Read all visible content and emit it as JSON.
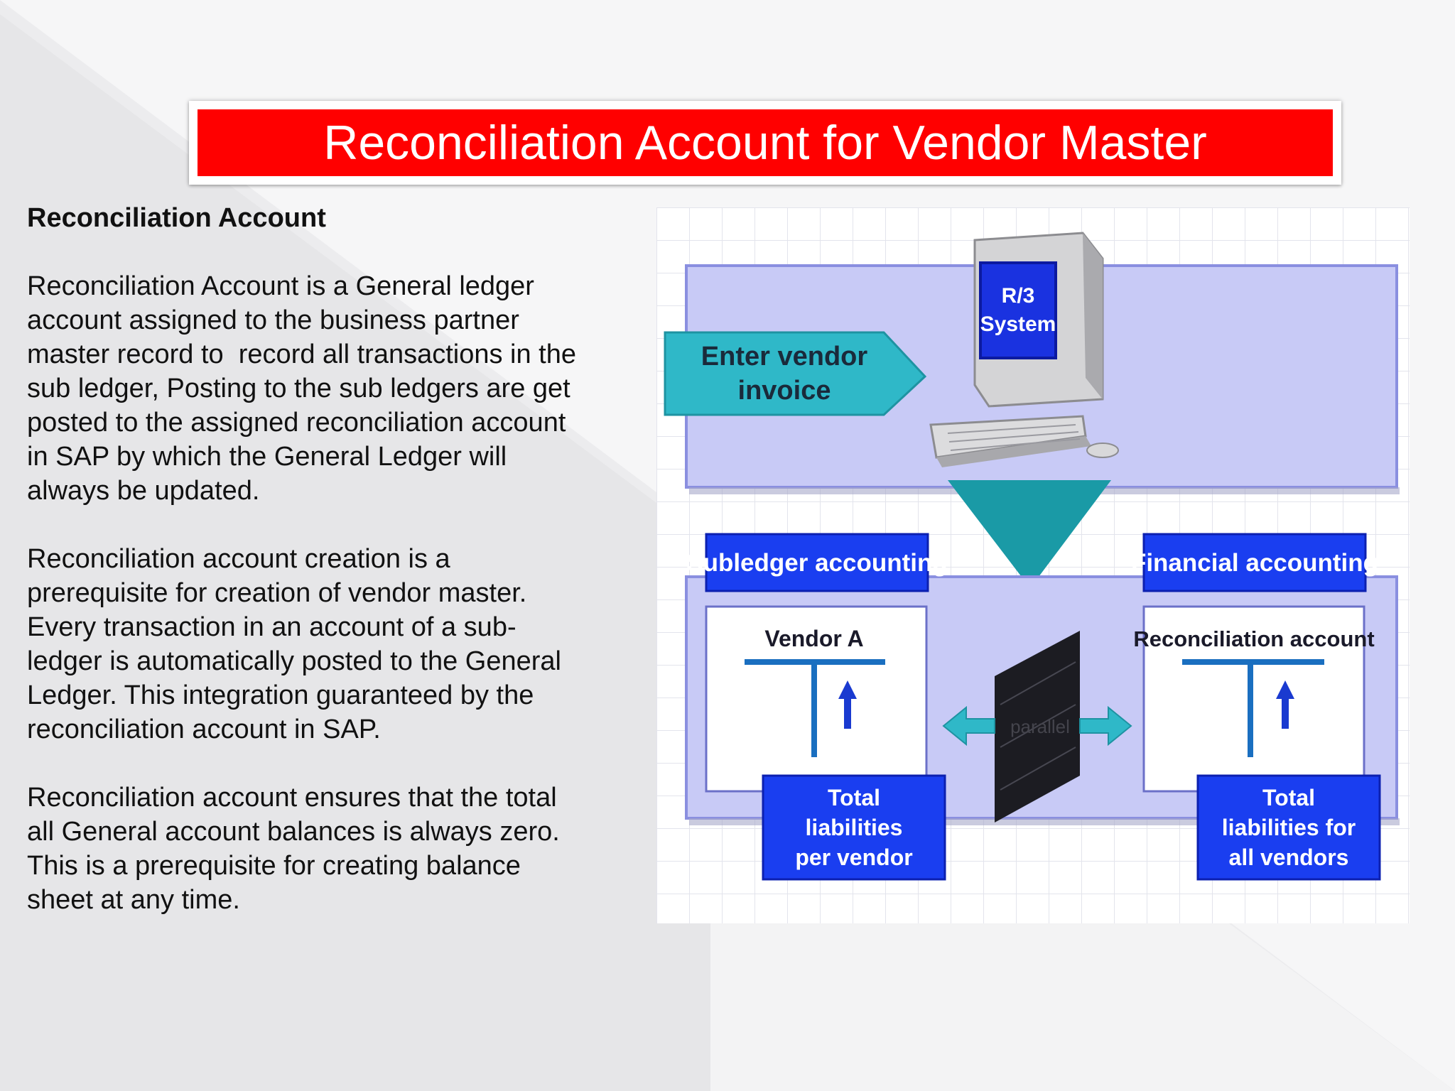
{
  "slide": {
    "title": "Reconciliation Account for Vendor Master"
  },
  "content": {
    "heading": "Reconciliation Account",
    "paragraphs": [
      [
        "Reconciliation Account is a General ledger",
        "account assigned to the business partner",
        "master record to  record all transactions in the",
        "sub ledger, Posting to the sub ledgers are get",
        "posted to the assigned reconciliation account",
        "in SAP by which the General Ledger will",
        "always be updated."
      ],
      [
        "Reconciliation account creation is a",
        "prerequisite for creation of vendor master.",
        "Every transaction in an account of a sub-",
        "ledger is automatically posted to the General",
        "Ledger. This integration guaranteed by the",
        "reconciliation account in SAP."
      ],
      [
        "Reconciliation account ensures that the total",
        "all General account balances is always zero.",
        "This is a prerequisite for creating balance",
        "sheet at any time."
      ]
    ]
  },
  "diagram": {
    "enter_line1": "Enter vendor",
    "enter_line2": "invoice",
    "system_line1": "R/3",
    "system_line2": "System",
    "subledger_label": "Subledger accounting",
    "financial_label": "Financial accounting",
    "vendor_label": "Vendor A",
    "recon_label": "Reconciliation account",
    "total_vendor_line1": "Total",
    "total_vendor_line2": "liabilities",
    "total_vendor_line3": "per vendor",
    "total_all_line1": "Total",
    "total_all_line2": "liabilities for",
    "total_all_line3": "all vendors",
    "divider_label": "parallel",
    "colors": {
      "title_red": "#ff0000",
      "panel_blue": "#c8caf6",
      "header_blue": "#1a3ef0",
      "teal": "#2fb8c8",
      "triangle_teal": "#1a9aa6"
    }
  }
}
